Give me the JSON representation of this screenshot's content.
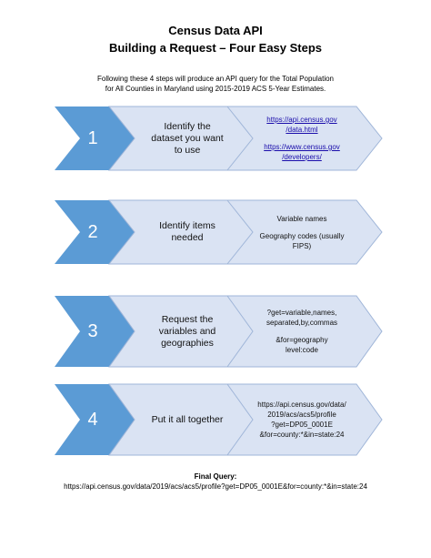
{
  "header": {
    "title_line1": "Census Data API",
    "title_line2": "Building a Request – Four Easy Steps",
    "intro_line1": "Following these 4 steps will produce an API query for the Total Population",
    "intro_line2": "for All Counties in Maryland using 2015-2019 ACS 5-Year Estimates."
  },
  "colors": {
    "arrow_blue": "#5b9bd5",
    "arrow_light": "#dae3f3",
    "arrow_outline": "#9fb5d8"
  },
  "steps": [
    {
      "number": "1",
      "action_lines": [
        "Identify the",
        "dataset you want",
        "to use"
      ],
      "detail_link1_lines": [
        "https://api.census.gov",
        "/data.html"
      ],
      "detail_link2_lines": [
        "https://www.census.gov",
        "/developers/"
      ]
    },
    {
      "number": "2",
      "action_lines": [
        "Identify items",
        "needed"
      ],
      "detail_line1": "Variable names",
      "detail_line2_lines": [
        "Geography codes (usually",
        "FIPS)"
      ]
    },
    {
      "number": "3",
      "action_lines": [
        "Request the",
        "variables and",
        "geographies"
      ],
      "detail_lines_a": [
        "?get=variable,names,",
        "separated,by,commas"
      ],
      "detail_lines_b": [
        "&for=geography",
        "level:code"
      ]
    },
    {
      "number": "4",
      "action_lines": [
        "Put it all together"
      ],
      "detail_lines": [
        "https://api.census.gov/data/",
        "2019/acs/acs5/profile",
        "?get=DP05_0001E",
        "&for=county:*&in=state:24"
      ]
    }
  ],
  "final_query": {
    "label": "Final Query:",
    "value": "https://api.census.gov/data/2019/acs/acs5/profile?get=DP05_0001E&for=county:*&in=state:24"
  }
}
